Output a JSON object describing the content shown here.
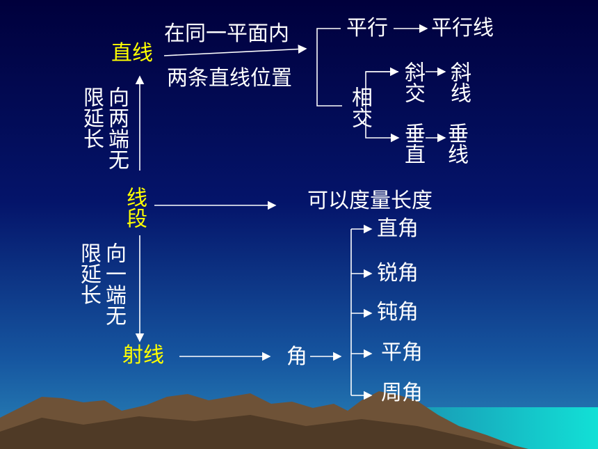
{
  "colors": {
    "text": "#ffffff",
    "highlight": "#ffff00",
    "sky_top": "#00004a",
    "sky_bottom": "#1f6fa8",
    "mountain": "#6b5138",
    "sea": "#19c7d6"
  },
  "line": {
    "label": "直线",
    "condition_line1": "在同一平面内",
    "condition_line2": "两条直线位置",
    "extend_label_col1": "向两端无",
    "extend_label_col2": "限延长"
  },
  "relations": {
    "parallel": "平行",
    "parallel_result": "平行线",
    "intersect": "相交",
    "oblique": "斜交",
    "oblique_result": "斜线",
    "perpendicular": "垂直",
    "perpendicular_result": "垂线"
  },
  "segment": {
    "label": "线段",
    "property": "可以度量长度"
  },
  "ray": {
    "label": "射线",
    "extend_label_col1": "向一端无",
    "extend_label_col2": "限延长",
    "angle": "角"
  },
  "angles": [
    "直角",
    "锐角",
    "钝角",
    "平角",
    "周角"
  ]
}
